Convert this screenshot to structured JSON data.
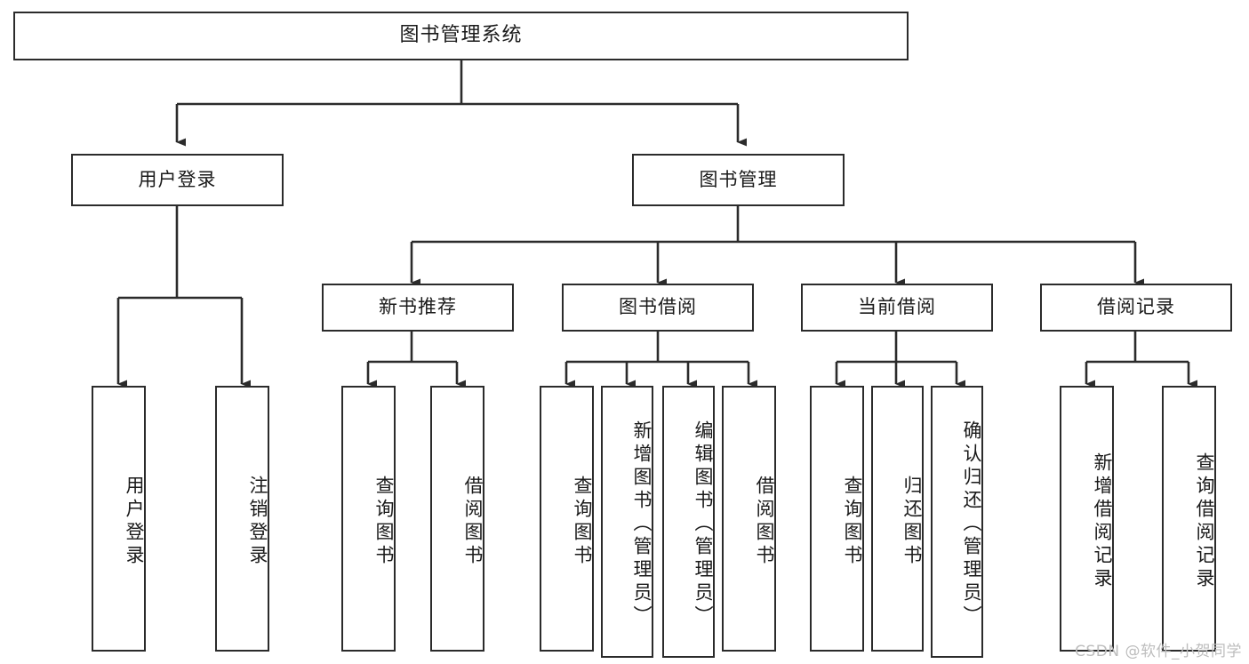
{
  "diagram": {
    "title": "图书管理系统",
    "type": "hierarchy-tree",
    "watermark": "CSDN @软件_小贺同学",
    "style": {
      "box_border_color": "#2b2b2b",
      "box_fill": "#ffffff",
      "connector_color": "#2b2b2b",
      "text_color": "#1a1a1a",
      "watermark_color": "#bdbdbd"
    },
    "nodes": {
      "root": {
        "label": "图书管理系统"
      },
      "level1": [
        {
          "id": "user-login",
          "label": "用户登录"
        },
        {
          "id": "book-manage",
          "label": "图书管理"
        }
      ],
      "level2": [
        {
          "id": "new-book-recommend",
          "label": "新书推荐"
        },
        {
          "id": "book-borrow",
          "label": "图书借阅"
        },
        {
          "id": "current-borrow",
          "label": "当前借阅"
        },
        {
          "id": "borrow-record",
          "label": "借阅记录"
        }
      ],
      "leaves": {
        "user-login": [
          {
            "id": "leaf-user-login",
            "label": "用户登录"
          },
          {
            "id": "leaf-logout",
            "label": "注销登录"
          }
        ],
        "new-book-recommend": [
          {
            "id": "leaf-query-book-1",
            "label": "查询图书"
          },
          {
            "id": "leaf-borrow-book-1",
            "label": "借阅图书"
          }
        ],
        "book-borrow": [
          {
            "id": "leaf-query-book-2",
            "label": "查询图书"
          },
          {
            "id": "leaf-add-book",
            "label": "新增图书（管理员）"
          },
          {
            "id": "leaf-edit-book",
            "label": "编辑图书（管理员）"
          },
          {
            "id": "leaf-borrow-book-2",
            "label": "借阅图书"
          }
        ],
        "current-borrow": [
          {
            "id": "leaf-query-book-3",
            "label": "查询图书"
          },
          {
            "id": "leaf-return-book",
            "label": "归还图书"
          },
          {
            "id": "leaf-confirm-return",
            "label": "确认归还（管理员）"
          }
        ],
        "borrow-record": [
          {
            "id": "leaf-add-record",
            "label": "新增借阅记录"
          },
          {
            "id": "leaf-query-record",
            "label": "查询借阅记录"
          }
        ]
      }
    }
  }
}
